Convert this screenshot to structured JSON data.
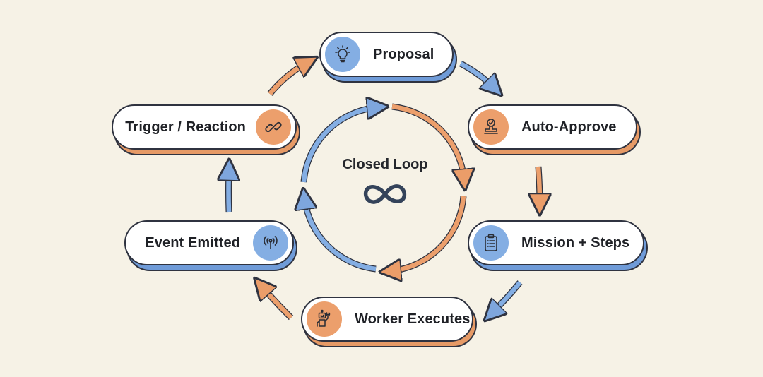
{
  "diagram": {
    "title": "Closed Loop",
    "center_icon": "infinity-icon",
    "colors": {
      "background": "#f6f2e6",
      "blue": "#84aee3",
      "orange": "#ec9f6c",
      "outline": "#2f3340"
    },
    "nodes": [
      {
        "id": "proposal",
        "label": "Proposal",
        "icon": "lightbulb-icon",
        "color": "blue"
      },
      {
        "id": "auto-approve",
        "label": "Auto-Approve",
        "icon": "stamp-icon",
        "color": "orange"
      },
      {
        "id": "mission-steps",
        "label": "Mission + Steps",
        "icon": "clipboard-list-icon",
        "color": "blue"
      },
      {
        "id": "worker-executes",
        "label": "Worker Executes",
        "icon": "robot-wrench-icon",
        "color": "orange"
      },
      {
        "id": "event-emitted",
        "label": "Event Emitted",
        "icon": "broadcast-antenna-icon",
        "color": "blue"
      },
      {
        "id": "trigger-reaction",
        "label": "Trigger / Reaction",
        "icon": "chain-link-icon",
        "color": "orange"
      }
    ],
    "edges": [
      {
        "from": "proposal",
        "to": "auto-approve"
      },
      {
        "from": "auto-approve",
        "to": "mission-steps"
      },
      {
        "from": "mission-steps",
        "to": "worker-executes"
      },
      {
        "from": "worker-executes",
        "to": "event-emitted"
      },
      {
        "from": "event-emitted",
        "to": "trigger-reaction"
      },
      {
        "from": "trigger-reaction",
        "to": "proposal"
      }
    ]
  }
}
